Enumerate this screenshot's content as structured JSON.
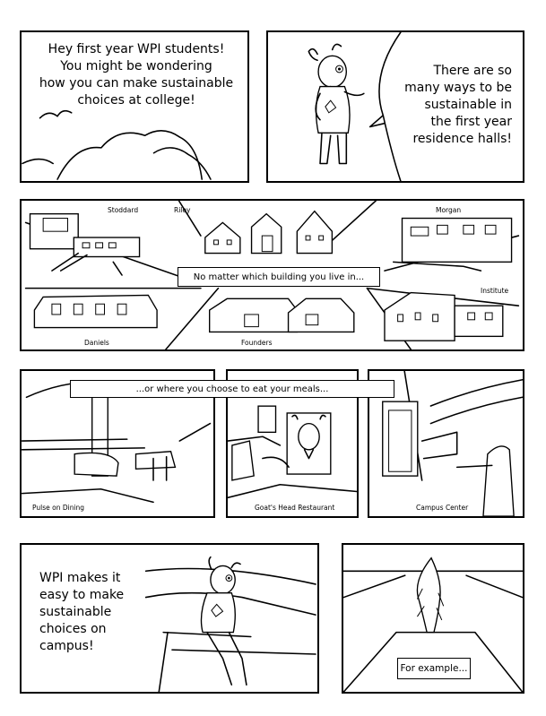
{
  "row1": {
    "intro_text": "Hey first year WPI students!\nYou might be wondering\nhow you can make sustainable\nchoices at college!",
    "goat_speech": "There are so\nmany ways to be\nsustainable in\nthe first year\nresidence halls!"
  },
  "row2": {
    "buildings": {
      "stoddard": "Stoddard",
      "riley": "Riley",
      "morgan": "Morgan",
      "institute": "Institute",
      "daniels": "Daniels",
      "founders": "Founders"
    },
    "banner": "No matter which building you live in..."
  },
  "row3": {
    "banner": "...or where you choose to eat your meals...",
    "dining": {
      "pulse": "Pulse on Dining",
      "goats_head": "Goat's Head Restaurant",
      "campus_center": "Campus Center"
    }
  },
  "row4": {
    "wpi_text": "WPI makes it\neasy to make\nsustainable\nchoices on\ncampus!",
    "for_example": "For example..."
  }
}
